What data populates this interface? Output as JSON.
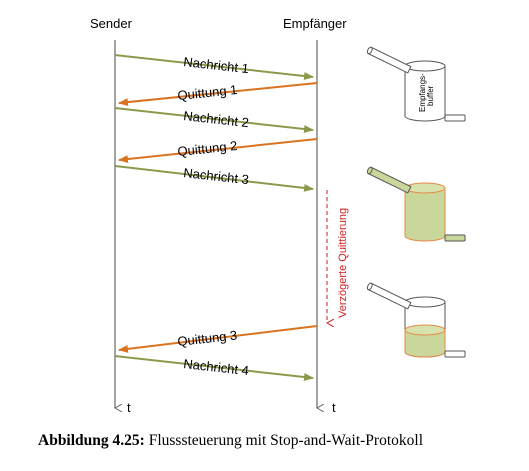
{
  "timeline": {
    "sender_label": "Sender",
    "receiver_label": "Empfänger",
    "time_label_sender": "t",
    "time_label_receiver": "t"
  },
  "messages": [
    {
      "label": "Nachricht 1",
      "direction": "to-receiver"
    },
    {
      "label": "Quittung 1",
      "direction": "to-sender"
    },
    {
      "label": "Nachricht 2",
      "direction": "to-receiver"
    },
    {
      "label": "Quittung 2",
      "direction": "to-sender"
    },
    {
      "label": "Nachricht 3",
      "direction": "to-receiver"
    },
    {
      "label": "Quittung 3",
      "direction": "to-sender"
    },
    {
      "label": "Nachricht 4",
      "direction": "to-receiver"
    }
  ],
  "delay": {
    "label": "Verzögerte Quittierung"
  },
  "buffer": {
    "label_line1": "Empfangs-",
    "label_line2": "buffer"
  },
  "caption": {
    "prefix": "Abbildung 4.25:",
    "text": "Flusssteuerung mit Stop-and-Wait-Protokoll"
  },
  "colors": {
    "message": "#8a9a4b",
    "ack": "#d9731f",
    "delay": "#cc1f1f",
    "buffer_fill": "#c9d89a",
    "buffer_edge": "#e58a4a",
    "timeline": "#666666"
  }
}
